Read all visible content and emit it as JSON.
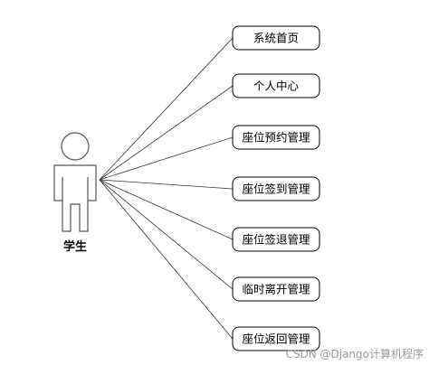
{
  "actor": {
    "label": "学生"
  },
  "use_cases": [
    "系统首页",
    "个人中心",
    "座位预约管理",
    "座位签到管理",
    "座位签退管理",
    "临时离开管理",
    "座位返回管理"
  ],
  "watermark": "CSDN @Django计算机程序"
}
